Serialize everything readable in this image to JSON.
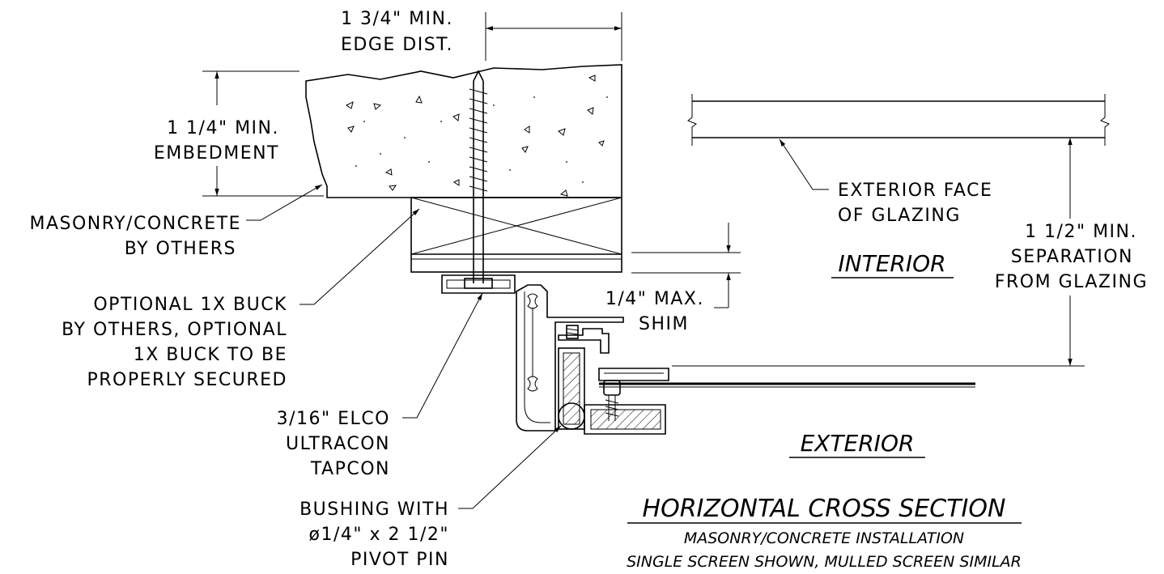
{
  "labels": {
    "edge_dist_1": "1 3/4\" MIN.",
    "edge_dist_2": "EDGE DIST.",
    "embed_1": "1 1/4\" MIN.",
    "embed_2": "EMBEDMENT",
    "masonry_1": "MASONRY/CONCRETE",
    "masonry_2": "BY OTHERS",
    "buck_1": "OPTIONAL 1X BUCK",
    "buck_2": "BY OTHERS, OPTIONAL",
    "buck_3": "1X BUCK TO BE",
    "buck_4": "PROPERLY SECURED",
    "tapcon_1": "3/16\" ELCO",
    "tapcon_2": "ULTRACON",
    "tapcon_3": "TAPCON",
    "bushing_1": "BUSHING WITH",
    "bushing_2": "ø1/4\" x 2 1/2\"",
    "bushing_3": "PIVOT PIN",
    "glazing_1": "EXTERIOR FACE",
    "glazing_2": "OF GLAZING",
    "separation_1": "1 1/2\" MIN.",
    "separation_2": "SEPARATION",
    "separation_3": "FROM GLAZING",
    "shim_1": "1/4\" MAX.",
    "shim_2": "SHIM",
    "interior": "INTERIOR",
    "exterior": "EXTERIOR"
  },
  "title": {
    "main": "HORIZONTAL CROSS SECTION",
    "sub1": "MASONRY/CONCRETE INSTALLATION",
    "sub2": "SINGLE SCREEN SHOWN, MULLED SCREEN SIMILAR"
  }
}
